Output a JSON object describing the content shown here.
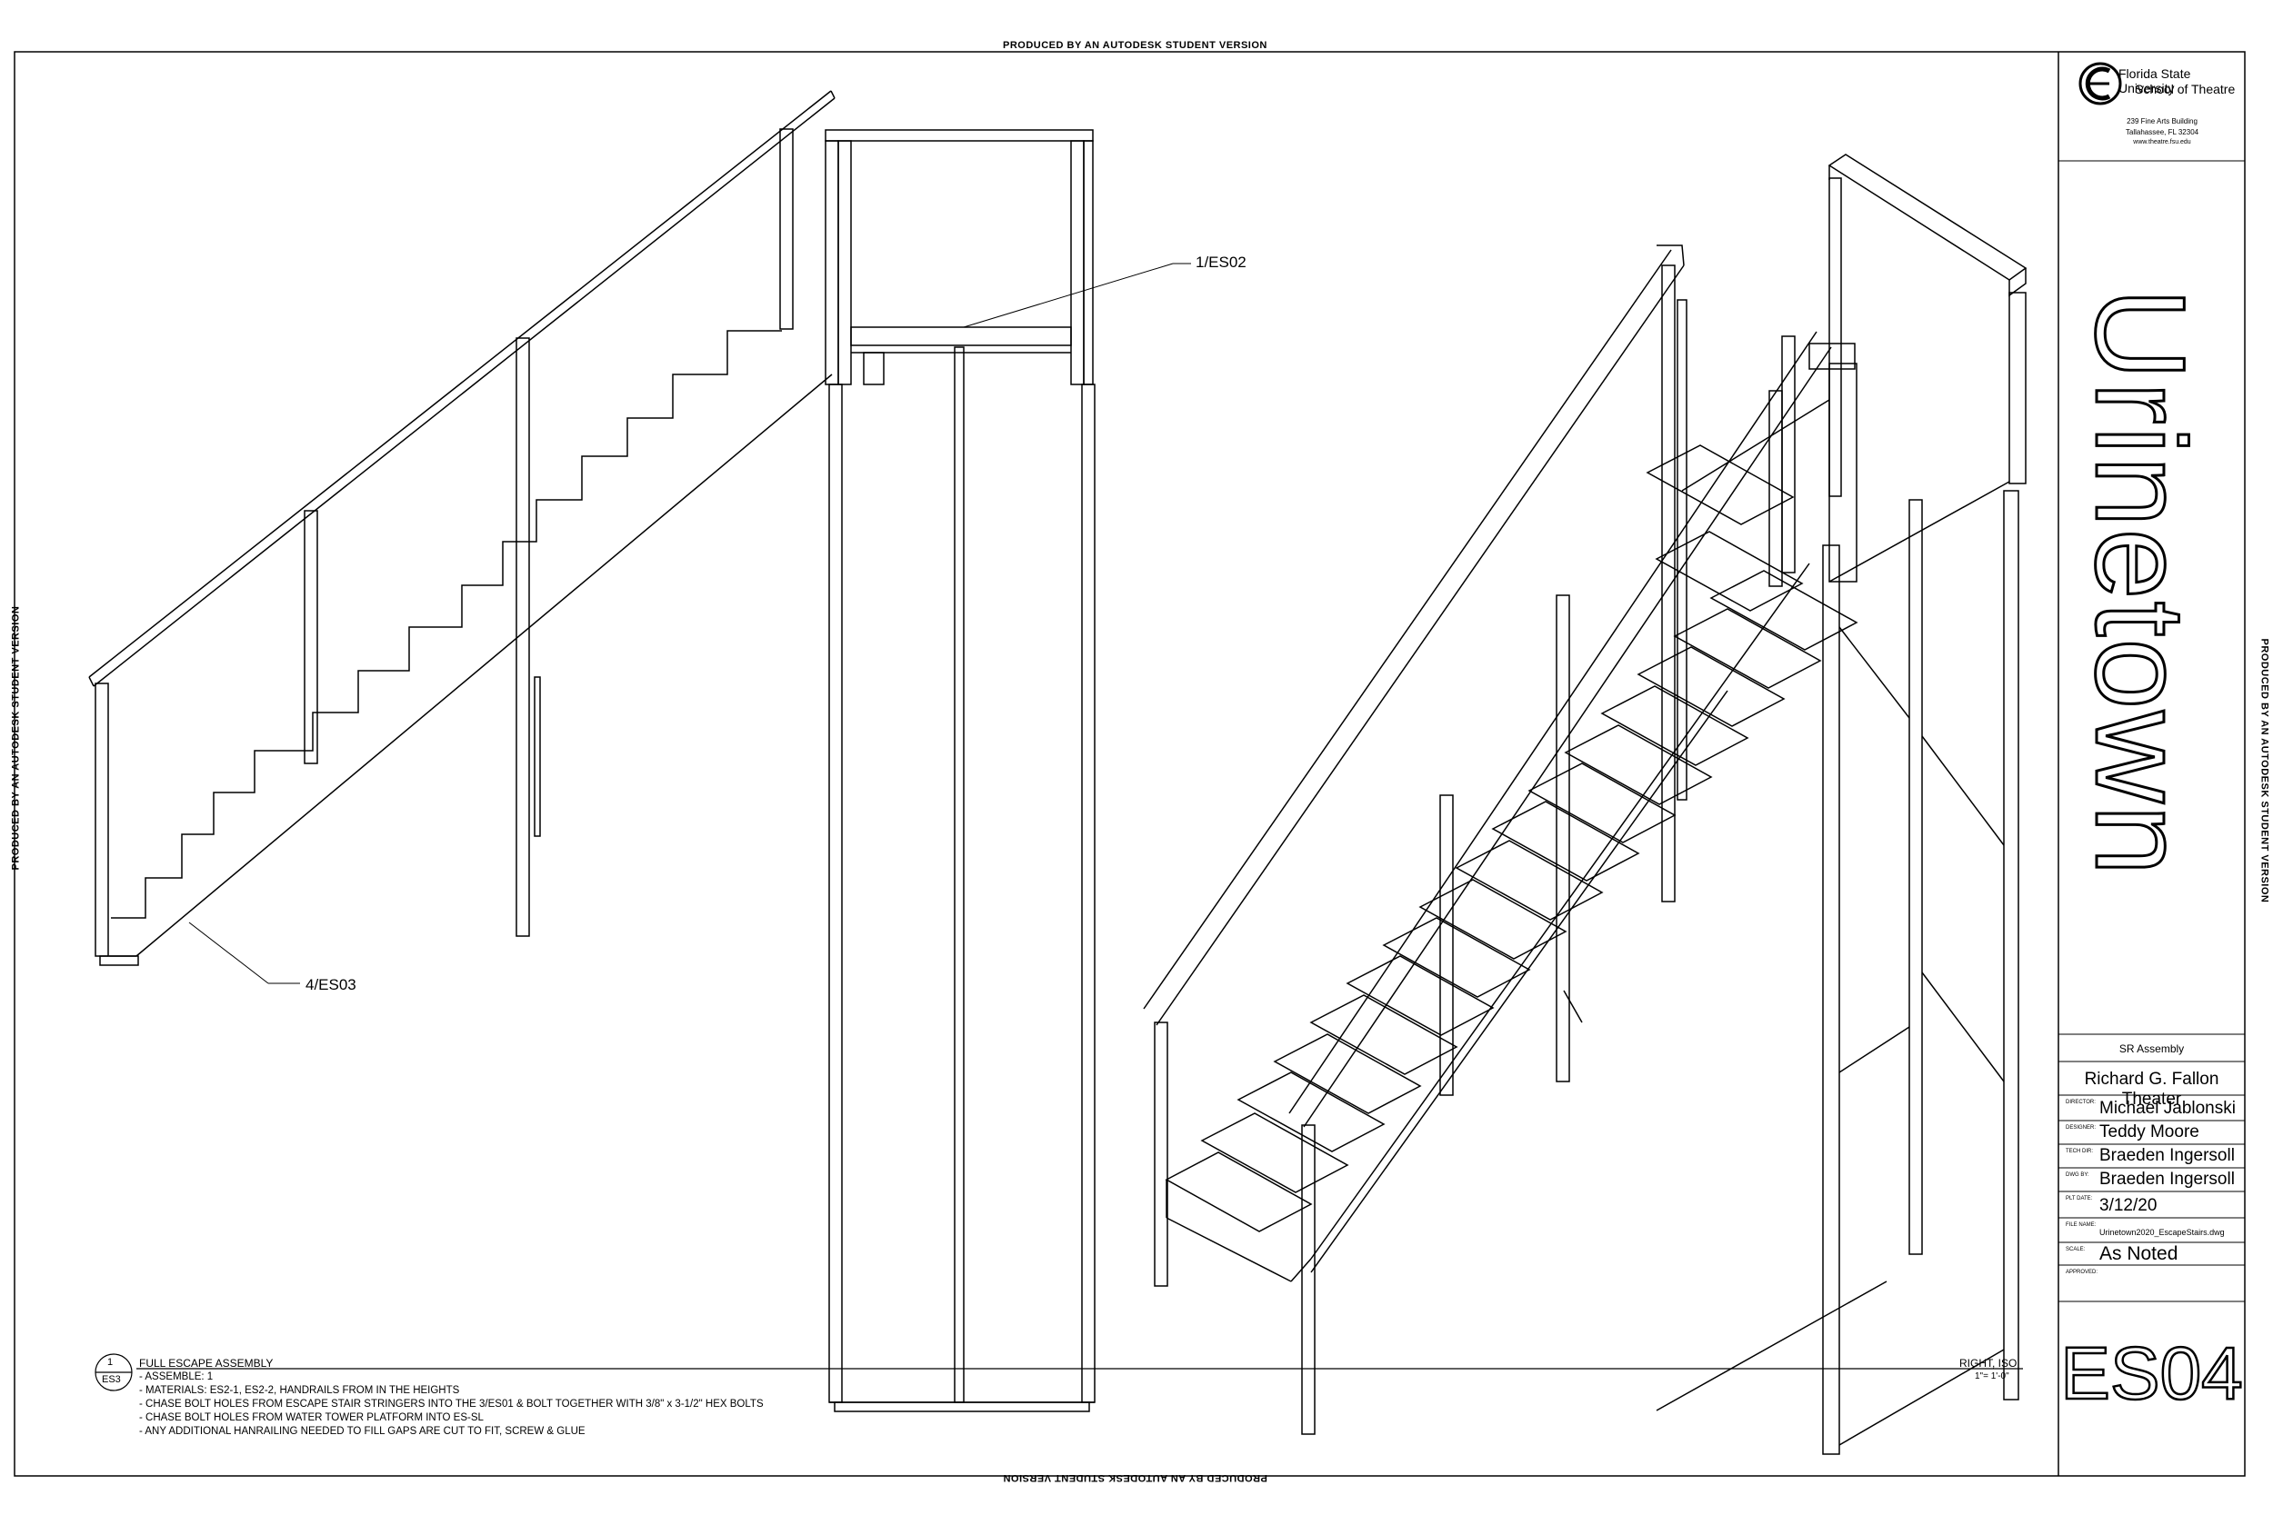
{
  "watermarks": {
    "top": "PRODUCED BY AN AUTODESK STUDENT VERSION",
    "bottom": "PRODUCED BY AN AUTODESK STUDENT VERSION",
    "left": "PRODUCED BY AN AUTODESK STUDENT VERSION",
    "right": "PRODUCED BY AN AUTODESK STUDENT VERSION"
  },
  "callouts": {
    "top_detail": "1/ES02",
    "bottom_detail": "4/ES03"
  },
  "title_block": {
    "university": "Florida State University",
    "school": "School of Theatre",
    "address_1": "239 Fine Arts Building",
    "address_2": "Tallahassee, FL 32304",
    "website": "www.theatre.fsu.edu",
    "show_title": "Urinetown",
    "drawing_title": "SR Assembly",
    "venue": "Richard G. Fallon Theater",
    "fields": [
      {
        "label": "DIRECTOR:",
        "value": "Michael Jablonski"
      },
      {
        "label": "DESIGNER:",
        "value": "Teddy Moore"
      },
      {
        "label": "TECH DIR:",
        "value": "Braeden Ingersoll"
      },
      {
        "label": "DWG BY:",
        "value": "Braeden Ingersoll"
      },
      {
        "label": "PLT DATE:",
        "value": "3/12/20"
      },
      {
        "label": "FILE NAME:",
        "value": "Urinetown2020_EscapeStairs.dwg"
      },
      {
        "label": "SCALE:",
        "value": "As Noted"
      },
      {
        "label": "APPROVED:",
        "value": ""
      }
    ],
    "sheet_number": "ES04"
  },
  "drawing_label": {
    "detail_number": "1",
    "sheet_ref": "ES3",
    "title": "FULL ESCAPE ASSEMBLY",
    "view": "RIGHT, ISO",
    "scale": "1\"= 1'-0\"",
    "notes": [
      "- ASSEMBLE: 1",
      "- MATERIALS: ES2-1, ES2-2, HANDRAILS FROM IN THE HEIGHTS",
      "- CHASE BOLT HOLES FROM ESCAPE STAIR STRINGERS INTO THE 3/ES01 & BOLT TOGETHER WITH 3/8\" x 3-1/2\" HEX BOLTS",
      "- CHASE BOLT HOLES FROM WATER TOWER PLATFORM INTO ES-SL",
      "- ANY ADDITIONAL HANRAILING NEEDED TO FILL GAPS ARE CUT TO FIT, SCREW & GLUE"
    ]
  }
}
